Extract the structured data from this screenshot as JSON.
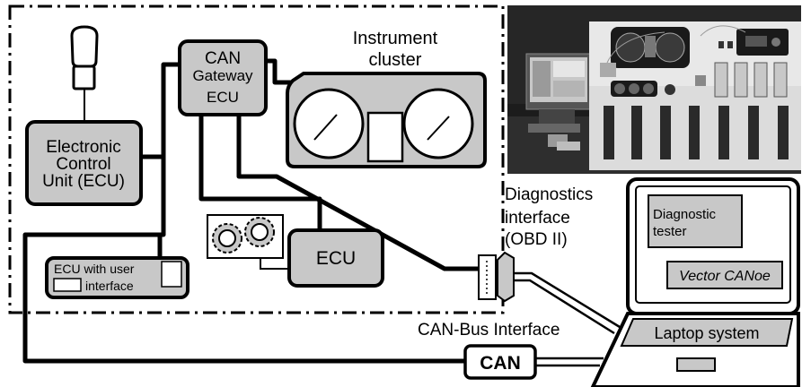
{
  "labels": {
    "instrument_cluster": [
      "Instrument",
      "cluster"
    ],
    "can_gateway": [
      "CAN",
      "Gateway",
      "ECU"
    ],
    "electronic_control_unit": [
      "Electronic",
      "Control",
      "Unit (ECU)"
    ],
    "ecu": "ECU",
    "ecu_with_user_interface": [
      "ECU with user",
      "interface"
    ],
    "diagnostics_interface": [
      "Diagnostics",
      "interface",
      "(OBD II)"
    ],
    "can_bus_interface": "CAN-Bus Interface",
    "can": "CAN",
    "diagnostic_tester": [
      "Diagnostic",
      "tester"
    ],
    "vector_canoe": "Vector CANoe",
    "laptop_system": "Laptop system"
  },
  "colors": {
    "box_fill": "#c8c8c8",
    "line": "#000000",
    "background": "#ffffff",
    "photo_bg": "#1c1c1c",
    "photo_cabinet": "#dcdcdc"
  },
  "icons": {
    "key": "car-key-icon",
    "gears": "gears-icon",
    "obd": "obd-connector-icon",
    "laptop": "laptop-icon",
    "photo": "test-bench-photo"
  }
}
